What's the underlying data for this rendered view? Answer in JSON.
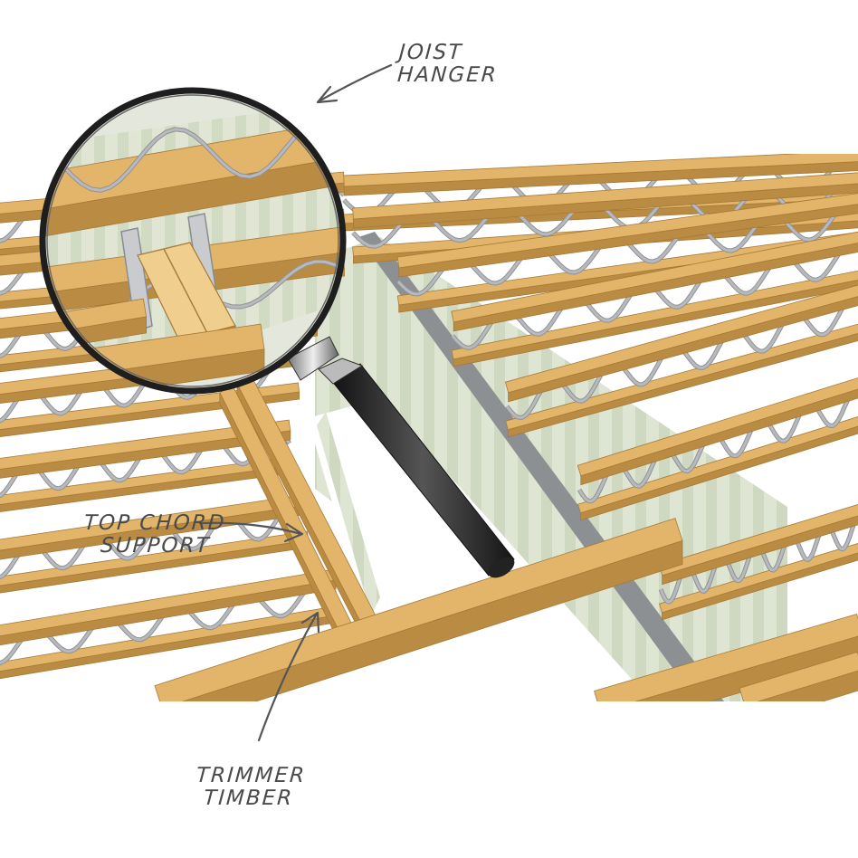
{
  "labels": {
    "joist_hanger": [
      "JOIST",
      "HANGER"
    ],
    "top_chord_support": [
      "TOP CHORD",
      "SUPPORT"
    ],
    "trimmer_timber": [
      "TRIMMER",
      "TIMBER"
    ]
  },
  "colors": {
    "timber": "#e2b56a",
    "timber_light": "#f0cf8e",
    "timber_shadow": "#b98b43",
    "timber_edge": "#a77a37",
    "metal_web": "#b7b9bc",
    "metal_web_dark": "#8f9296",
    "wall": "#dfe5d3",
    "wall_stripe": "#cfd8c0",
    "wall_plate": "#8d9093",
    "ink": "#555555",
    "magnifier_rim": "#2a2a2a",
    "handle": "#2c2c2c"
  }
}
